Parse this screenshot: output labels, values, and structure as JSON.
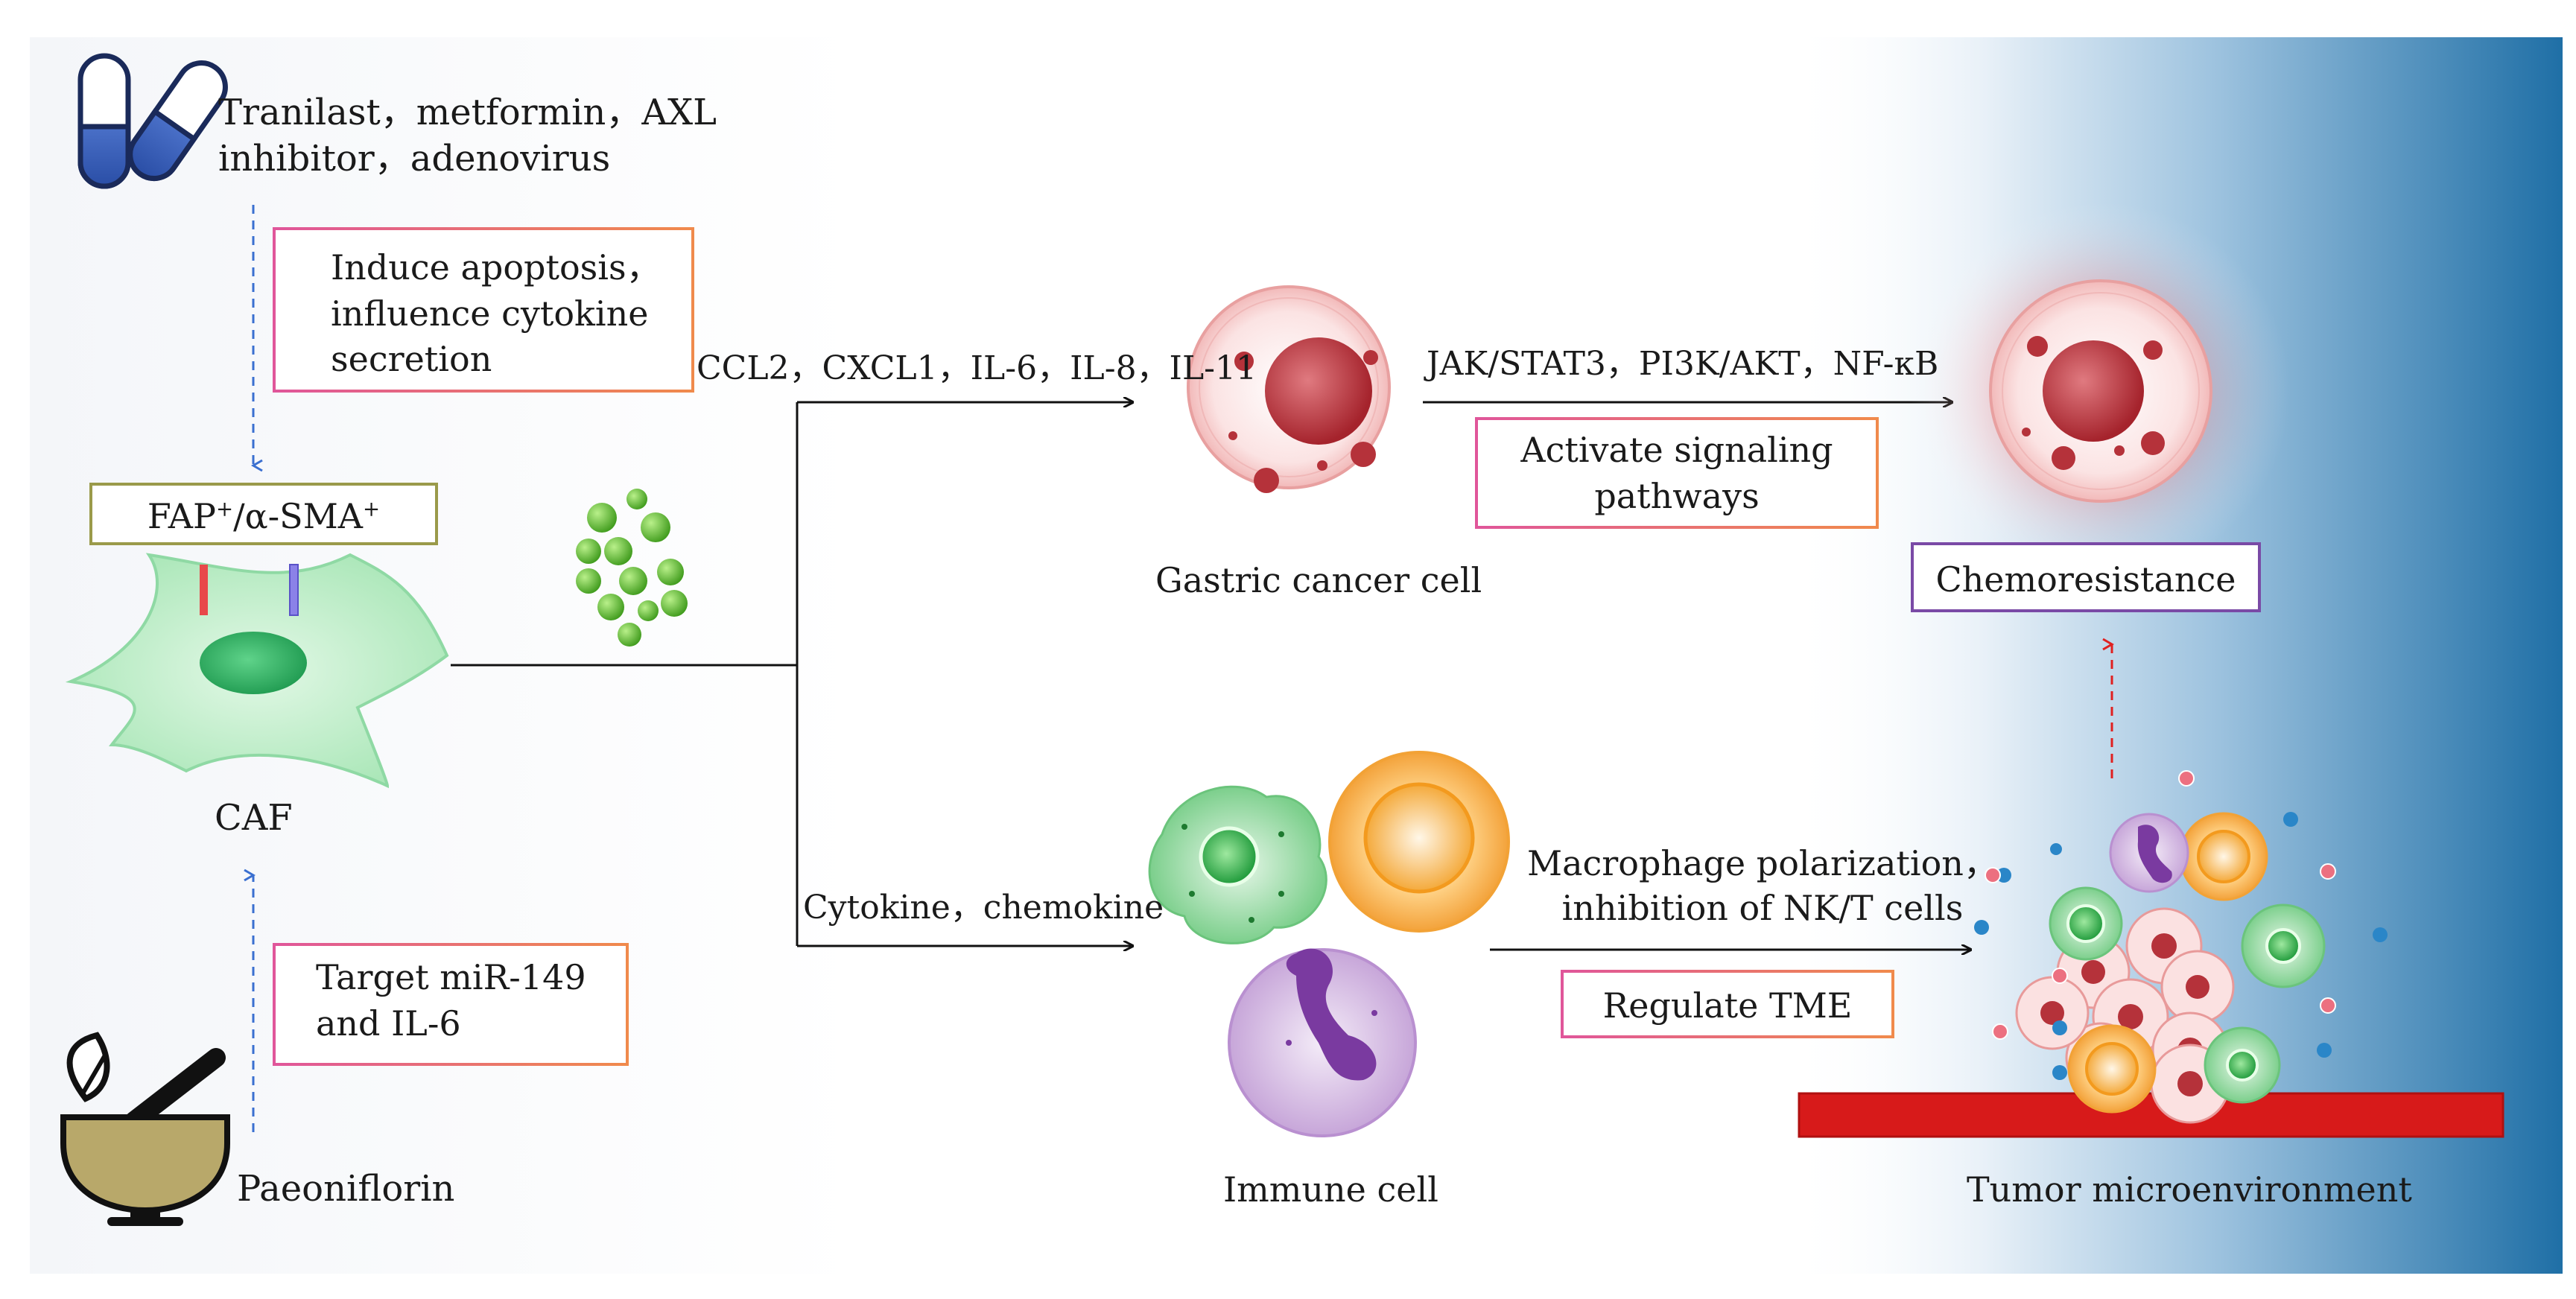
{
  "drug_label": {
    "line1": "Tranilast，metformin，AXL",
    "line2": "inhibitor，adenovirus"
  },
  "induce_box": {
    "line1": "Induce apoptosis，",
    "line2": "influence cytokine",
    "line3": "secretion"
  },
  "marker_box": {
    "fap": "FAP",
    "sep": "/α-SMA",
    "plus": "+"
  },
  "caf_label": "CAF",
  "target_box": {
    "line1": "Target miR-149",
    "line2": "and IL-6"
  },
  "paeoniflorin_label": "Paeoniflorin",
  "cytokines_label": "CCL2，CXCL1，IL-6，IL-8，IL-11",
  "cytokine_chemokine_label": "Cytokine，chemokine",
  "gastric_label": "Gastric cancer cell",
  "pathways_label": "JAK/STAT3，PI3K/AKT，NF-κB",
  "signaling_box": {
    "line1": "Activate signaling",
    "line2": "pathways"
  },
  "chemoresistance_label": "Chemoresistance",
  "immune_label": "Immune cell",
  "macrophage_label": {
    "line1": "Macrophage polarization，",
    "line2": "inhibition of NK/T cells"
  },
  "tme_box": "Regulate TME",
  "tme_label": "Tumor microenvironment",
  "colors": {
    "gradient_start": "#ffffff",
    "gradient_end": "#1f6fa6",
    "caf_fill": "#c8f0d2",
    "cancer_cell": "#f6c9c9",
    "nucleus_red": "#b5323a",
    "vessel_red": "#d71a1a"
  },
  "icons": [
    "capsule-icon",
    "mortar-pestle-icon"
  ]
}
